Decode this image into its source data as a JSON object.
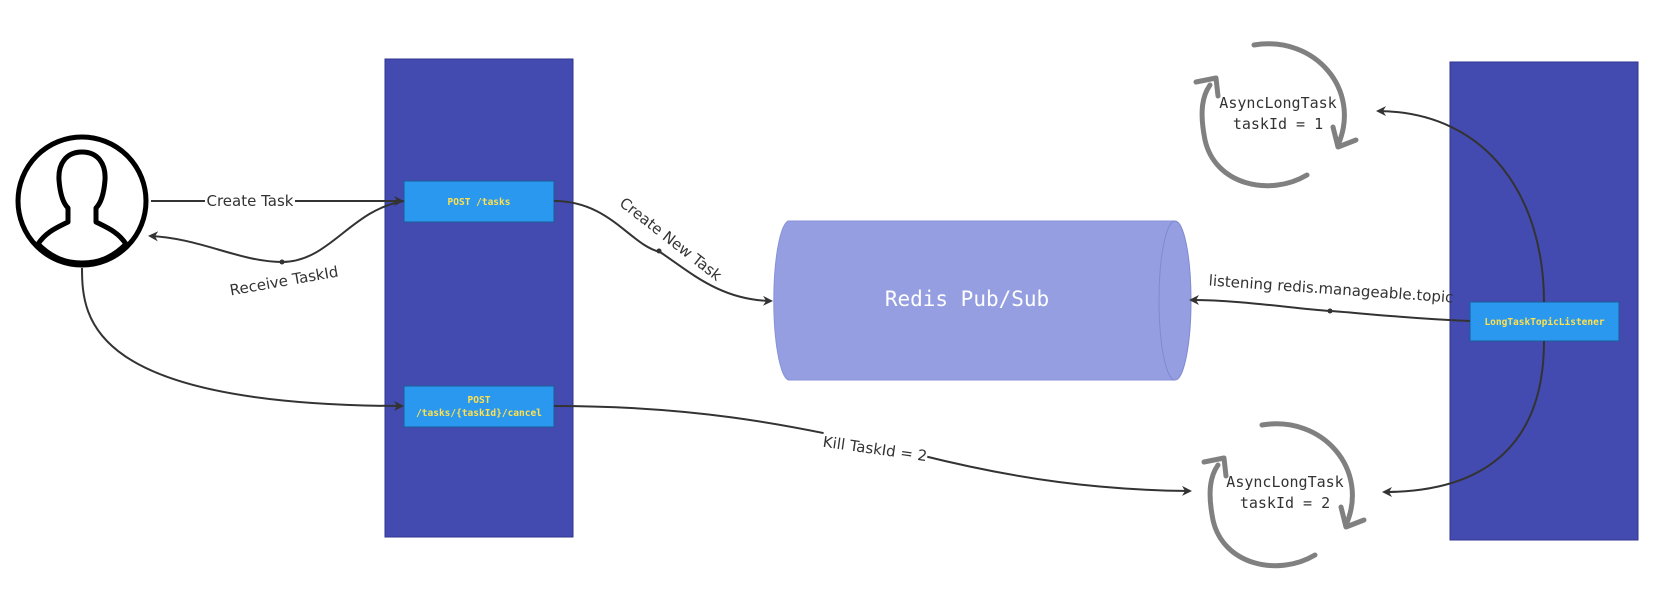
{
  "edges": {
    "create_task": "Create Task",
    "receive_taskid": "Receive TaskId",
    "create_new_task": "Create New Task",
    "kill_taskid": "Kill TaskId = 2",
    "listening": "listening  redis.manageable.topic"
  },
  "api_service": {
    "post_tasks": "POST /tasks",
    "cancel_line1": "POST",
    "cancel_line2": "/tasks/{taskId}/cancel"
  },
  "redis": {
    "label": "Redis Pub/Sub"
  },
  "worker_service": {
    "listener": "LongTaskTopicListener"
  },
  "tasks": [
    {
      "name": "AsyncLongTask",
      "id_text": "taskId = 1"
    },
    {
      "name": "AsyncLongTask",
      "id_text": "taskId = 2"
    }
  ],
  "colors": {
    "service_column": "#434bb1",
    "endpoint_box": "#2b98ef",
    "endpoint_text": "#ffe14d",
    "redis_cylinder": "#949ee0",
    "arrow": "#333333",
    "cycle_arrow": "#808080"
  },
  "icons": {
    "user": "user-avatar-icon",
    "cycle": "refresh-cycle-icon"
  }
}
